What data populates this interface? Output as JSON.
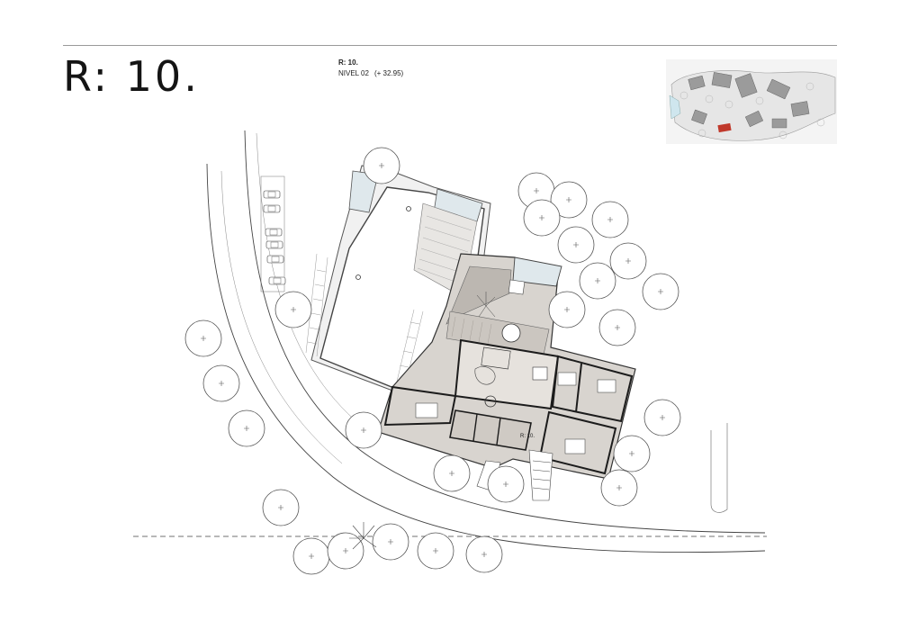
{
  "header": {
    "title": "R: 10.",
    "code": "R: 10.",
    "level_label": "NIVEL 02",
    "elevation": "(+ 32.95)"
  },
  "plan": {
    "unit_tag": "R: 10.",
    "colors": {
      "line": "#3a3a3a",
      "floor": "#d8d4cf",
      "deck": "#bcb7b1",
      "wall": "#1c1c1c",
      "keymap_highlight": "#c0392b"
    },
    "icons": [
      "tree-icon",
      "palm-tree-icon",
      "car-icon",
      "north-block-keymap"
    ]
  }
}
